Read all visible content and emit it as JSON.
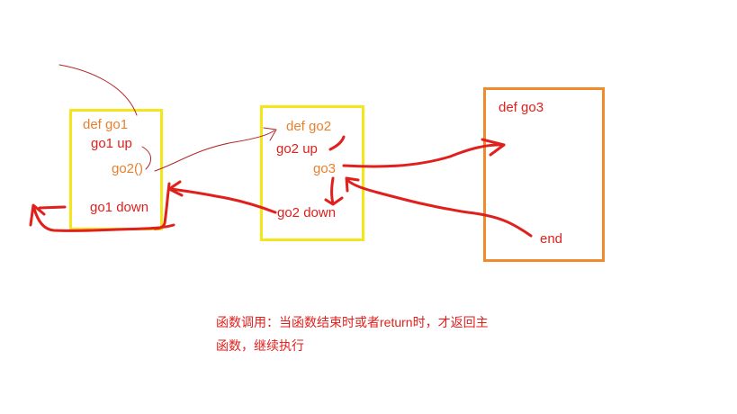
{
  "boxes": {
    "go1": {
      "border_color": "#f5e61a"
    },
    "go2": {
      "border_color": "#f5e61a"
    },
    "go3": {
      "border_color": "#f08a2a"
    }
  },
  "labels": {
    "def_go1": "def go1",
    "go1_up": "go1  up",
    "go2_call": "go2()",
    "go1_down": "go1 down",
    "def_go2": "def go2",
    "go2_up": "go2 up",
    "go3_call": "go3",
    "go2_down": "go2 down",
    "def_go3": "def go3",
    "end": "end"
  },
  "note": {
    "line1": "函数调用：当函数结束时或者return时，才返回主",
    "line2": "函数，继续执行"
  },
  "colors": {
    "text_orange": "#e8812e",
    "text_red": "#e0201c",
    "arrow_red": "#e0201c",
    "thin_arrow": "#b3262a"
  }
}
